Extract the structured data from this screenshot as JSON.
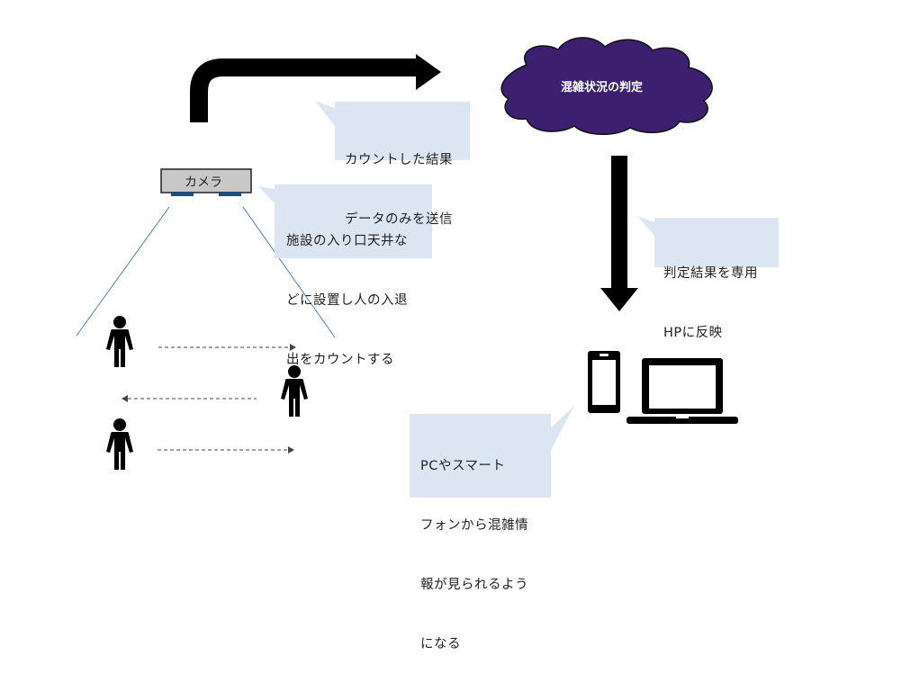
{
  "camera": {
    "label": "カメラ",
    "icon": "camera-device"
  },
  "cloud": {
    "label": "混雑状況の判定",
    "fill": "#3c1f6e"
  },
  "callouts": {
    "send": {
      "lines": [
        "カウントした結果",
        "データのみを送信"
      ]
    },
    "camera_desc": {
      "lines": [
        "施設の入り口天井な",
        "どに設置し人の入退",
        "出をカウントする"
      ]
    },
    "reflect": {
      "lines": [
        "判定結果を専用",
        "HPに反映"
      ]
    },
    "devices": {
      "lines": [
        "PCやスマート",
        "フォンから混雑情",
        "報が見られるよう",
        "になる"
      ]
    }
  },
  "colors": {
    "callout_bg": "#dce6f2",
    "cone_line": "#4a7ebb",
    "camera_body": "#c8c8c8",
    "camera_lens": "#1f4e79"
  },
  "people": [
    {
      "name": "person-1",
      "direction": "right"
    },
    {
      "name": "person-2",
      "direction": "left"
    },
    {
      "name": "person-3",
      "direction": "right"
    }
  ],
  "devices": [
    "smartphone-icon",
    "laptop-icon"
  ]
}
